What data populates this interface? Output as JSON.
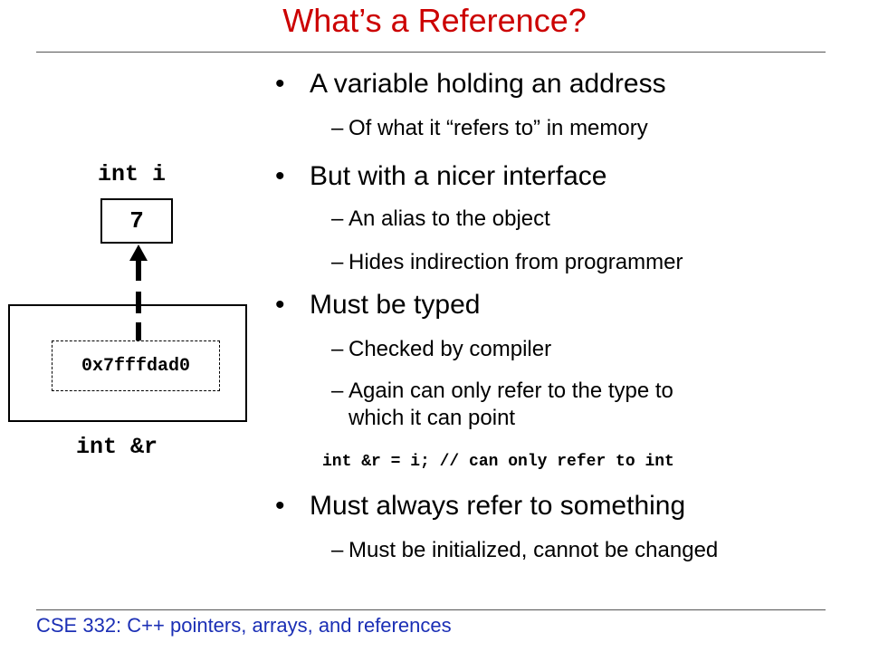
{
  "slide": {
    "title": "What’s a Reference?",
    "footer": "CSE 332: C++ pointers, arrays, and references",
    "colors": {
      "title": "#cc0000",
      "footer": "#1b2fb5"
    }
  },
  "diagram": {
    "var_i_label": "int i",
    "var_i_value": "7",
    "ref_label": "int &r",
    "ref_address": "0x7fffdad0"
  },
  "bullets": {
    "b1": "A variable holding an address",
    "b1_s1": "Of what it “refers to” in memory",
    "b2": "But with a nicer interface",
    "b2_s1": "An alias to the object",
    "b2_s2": "Hides indirection from programmer",
    "b3": "Must be typed",
    "b3_s1": "Checked by compiler",
    "b3_s2_line1": "Again can only refer to the type to",
    "b3_s2_line2": "which it can point",
    "b3_code": "int &r = i; // can only refer to int",
    "b4": "Must always refer to something",
    "b4_s1": "Must be initialized, cannot be changed",
    "bullet_mark": "•",
    "dash_mark": "–"
  }
}
